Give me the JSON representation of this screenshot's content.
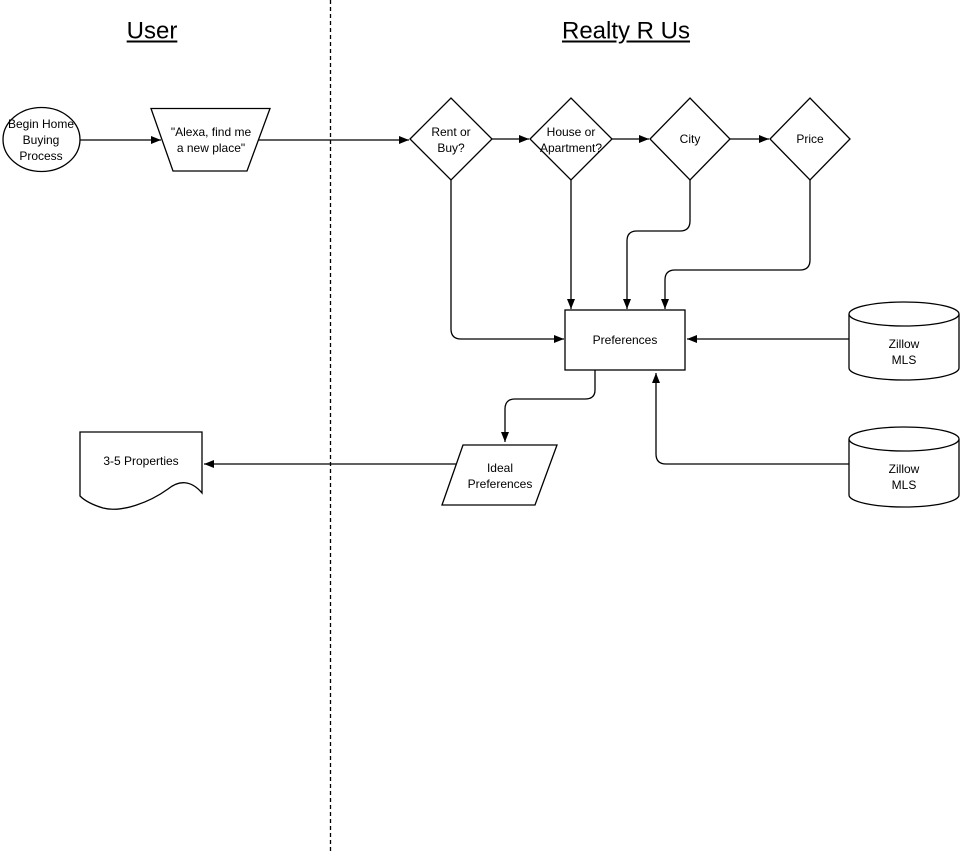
{
  "diagram": {
    "background_color": "#ffffff",
    "line_color": "#000000",
    "text_color": "#000000",
    "lanes": {
      "user": {
        "title": "User"
      },
      "realty": {
        "title": "Realty R Us"
      }
    },
    "nodes": {
      "begin": {
        "label": "Begin Home\nBuying\nProcess"
      },
      "alexa": {
        "label": "\"Alexa, find me\na new place\""
      },
      "rent_or_buy": {
        "label": "Rent or\nBuy?"
      },
      "house_or_apartment": {
        "label": "House or\nApartment?"
      },
      "city": {
        "label": "City"
      },
      "price": {
        "label": "Price"
      },
      "preferences": {
        "label": "Preferences"
      },
      "zillow_mls_top": {
        "label": "Zillow\nMLS"
      },
      "zillow_mls_bottom": {
        "label": "Zillow\nMLS"
      },
      "ideal_preferences": {
        "label": "Ideal\nPreferences"
      },
      "properties": {
        "label": "3-5 Properties"
      }
    }
  }
}
